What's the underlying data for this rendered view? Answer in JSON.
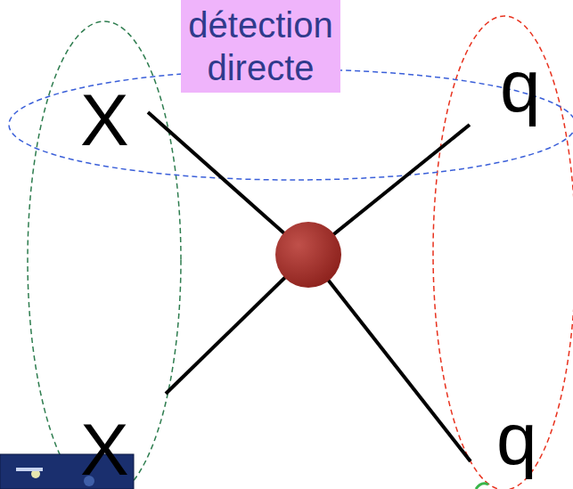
{
  "diagram": {
    "nodes": [
      {
        "text": [
          "détection directe"
        ]
      }
    ],
    "labels": [
      "X",
      "q",
      "X",
      "q"
    ]
  }
}
